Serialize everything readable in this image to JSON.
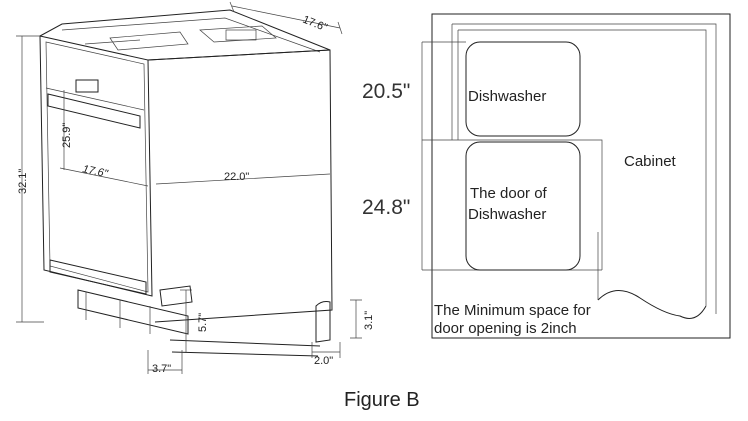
{
  "dishwasher_dims": {
    "depth_top": "17.6\"",
    "height_total": "32.1\"",
    "height_panel": "25.9\"",
    "width_front": "17.6\"",
    "depth_side": "22.0\"",
    "kick_height": "5.7\"",
    "kick_depth": "3.7\"",
    "foot_height": "3.1\"",
    "foot_depth": "2.0\""
  },
  "side_view": {
    "top_height": "20.5\"",
    "door_height": "24.8\"",
    "dishwasher_label": "Dishwasher",
    "door_label_line1": "The door of",
    "door_label_line2": "Dishwasher",
    "cabinet_label": "Cabinet",
    "note_line1": "The Minimum space for",
    "note_line2": "door opening is 2inch"
  },
  "caption": "Figure B"
}
